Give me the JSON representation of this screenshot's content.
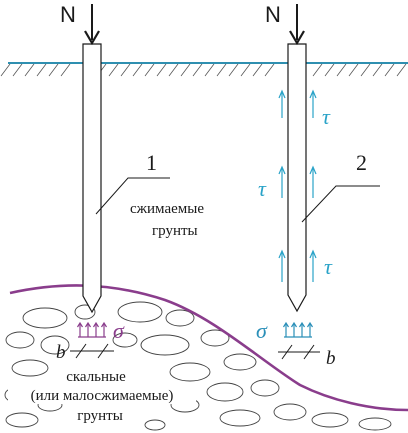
{
  "colors": {
    "ground_line": "#2e8fb0",
    "rock_boundary": "#8a3d8c",
    "tau_arrow": "#2aa3c8",
    "sigma_pile1": "#8a3d8c",
    "sigma_pile2": "#2a8fb8",
    "ink": "#1a1a1a"
  },
  "pile1": {
    "load_label": "N",
    "number": "1",
    "soil_label_line1": "сжимаемые",
    "soil_label_line2": "грунты",
    "stress_label": "σ",
    "width_label": "b"
  },
  "pile2": {
    "load_label": "N",
    "number": "2",
    "friction_label": "τ",
    "stress_label": "σ",
    "width_label": "b"
  },
  "rock": {
    "label_line1": "скальные",
    "label_line2": "(или малосжимаемые)",
    "label_line3": "грунты"
  }
}
